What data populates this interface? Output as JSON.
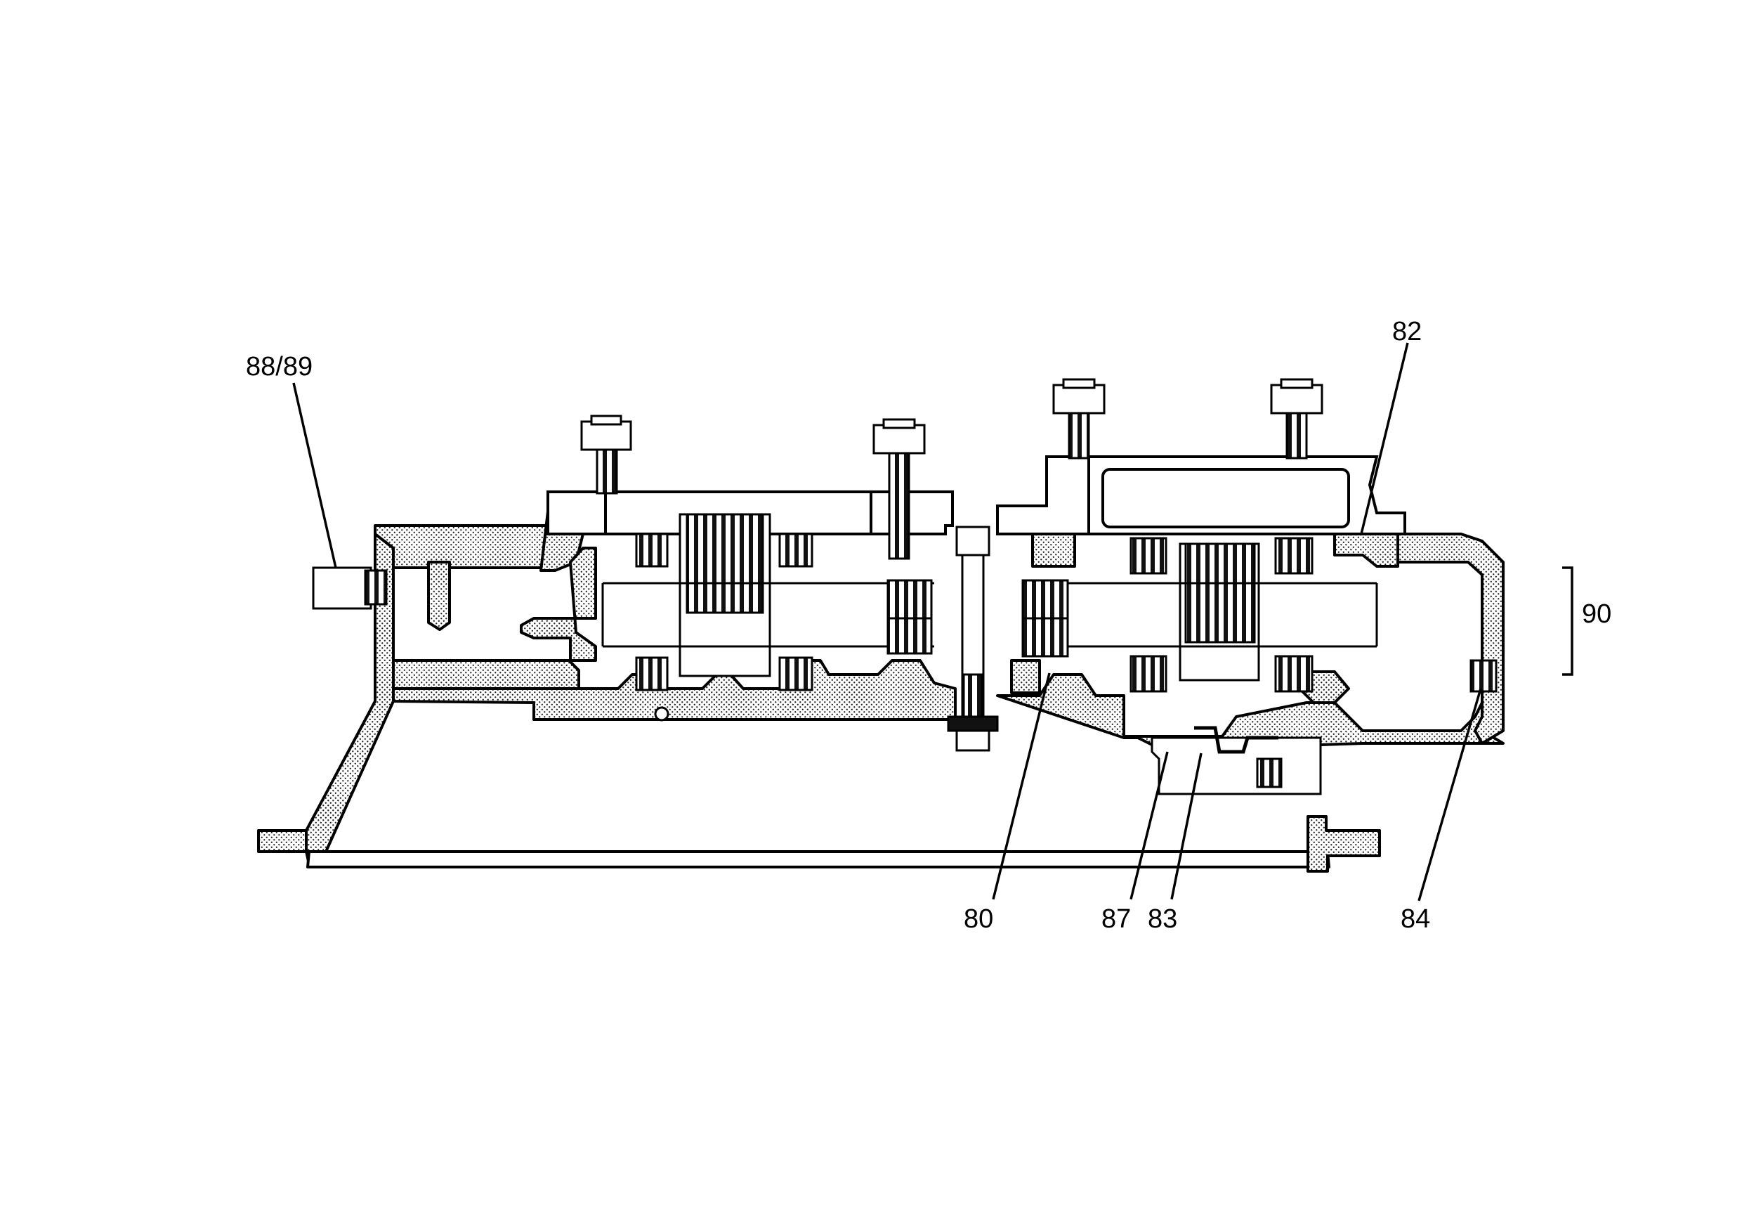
{
  "diagram": {
    "callouts": {
      "c8889": "88/89",
      "c82": "82",
      "c90": "90",
      "c80": "80",
      "c87": "87",
      "c83": "83",
      "c84": "84"
    }
  }
}
